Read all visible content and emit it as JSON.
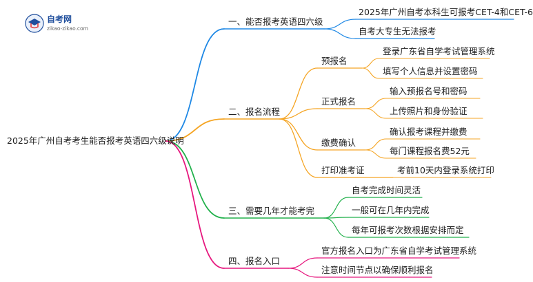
{
  "logo": {
    "title": "自考网",
    "domain": "zikao-zikao.com"
  },
  "colors": {
    "blue": "#1e88e5",
    "orange": "#f5a524",
    "green": "#22b14c",
    "pink": "#e6177e",
    "logo": "#1f4e9c"
  },
  "root": "2025年广州自考考生能否报考英语四六级说明",
  "branches": [
    {
      "label": "一、能否报考英语四六级",
      "children": [
        {
          "label": "2025年广州自考本科生可报考CET-4和CET-6"
        },
        {
          "label": "自考大专生无法报考"
        }
      ]
    },
    {
      "label": "二、报名流程",
      "children": [
        {
          "label": "预报名",
          "children": [
            "登录广东省自学考试管理系统",
            "填写个人信息并设置密码"
          ]
        },
        {
          "label": "正式报名",
          "children": [
            "输入预报名号和密码",
            "上传照片和身份验证"
          ]
        },
        {
          "label": "缴费确认",
          "children": [
            "确认报考课程并缴费",
            "每门课程报名费52元"
          ]
        },
        {
          "label": "打印准考证",
          "children": [
            "考前10天内登录系统打印"
          ]
        }
      ]
    },
    {
      "label": "三、需要几年才能考完",
      "children": [
        {
          "label": "自考完成时间灵活"
        },
        {
          "label": "一般可在几年内完成"
        },
        {
          "label": "每年可报考次数根据安排而定"
        }
      ]
    },
    {
      "label": "四、报名入口",
      "children": [
        {
          "label": "官方报名入口为广东省自学考试管理系统"
        },
        {
          "label": "注意时间节点以确保顺利报名"
        }
      ]
    }
  ]
}
